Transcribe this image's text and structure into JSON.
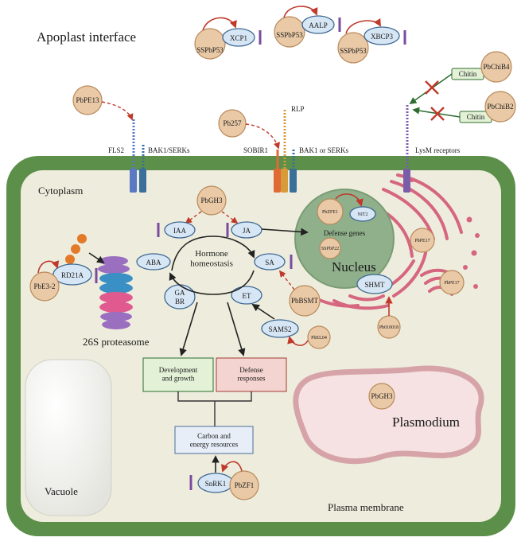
{
  "labels": {
    "apoplast": "Apoplast interface",
    "cytoplasm": "Cytoplasm",
    "vacuole": "Vacuole",
    "plasma_membrane": "Plasma membrane",
    "nucleus": "Nucleus",
    "defense_genes": "Defense genes",
    "plasmodium": "Plasmodium",
    "proteasome": "26S proteasome",
    "hormone": "Hormone\nhomeostasis",
    "development": "Development\nand growth",
    "defense_responses": "Defense\nresponses",
    "carbon": "Carbon and\nenergy resources"
  },
  "receptors": {
    "fls2": "FLS2",
    "bak1_serks": "BAK1/SERKs",
    "rlp": "RLP",
    "sobir1": "SOBIR1",
    "bak1_or_serks": "BAK1 or SERKs",
    "lysm": "LysM receptors"
  },
  "effectors": {
    "sspbp53_1": "SSPbP53",
    "sspbp53_2": "SSPbP53",
    "sspbp53_3": "SSPbP53",
    "pbpe13": "PbPE13",
    "pb257": "Pb257",
    "pbchib4": "PbChiB4",
    "pbchib2": "PbChiB2",
    "pbgh3_top": "PbGH3",
    "pbe3_2": "PbE3-2",
    "pbzfe1": "PbZFE1",
    "sspbp22": "SSPbP22",
    "pbpe17_a": "PbPE17",
    "pbpe17_b": "PbPE17",
    "pbbsmt": "PbBSMT",
    "pb010018": "Pb010018",
    "pbel04": "PbEL04",
    "pbgh3_plasmodium": "PbGH3",
    "pbzf1": "PbZF1"
  },
  "host_targets": {
    "xcp1": "XCP1",
    "aalp": "AALP",
    "xbcp3": "XBCP3",
    "chitin_1": "Chitin",
    "chitin_2": "Chitin",
    "iaa": "IAA",
    "ja": "JA",
    "aba": "ABA",
    "sa": "SA",
    "ga": "GA",
    "br": "BR",
    "et": "ET",
    "rd21a": "RD21A",
    "nit2": "NIT2",
    "shmt": "SHMT",
    "sams2": "SAMS2",
    "snrk1": "SnRK1"
  },
  "colors": {
    "cell_wall": "#5c8f4a",
    "cytoplasm": "#eeeddd",
    "nucleus": "#8fb08a",
    "effector": "#e9c9a6",
    "host_protein": "#d7e6f4",
    "inhibition": "#c0392b",
    "downregulation": "#7a4c9e",
    "er": "#d6667f",
    "development_box": "#e3f1d6",
    "defense_box": "#f4d4d0",
    "carbon_box": "#e8eef8"
  }
}
